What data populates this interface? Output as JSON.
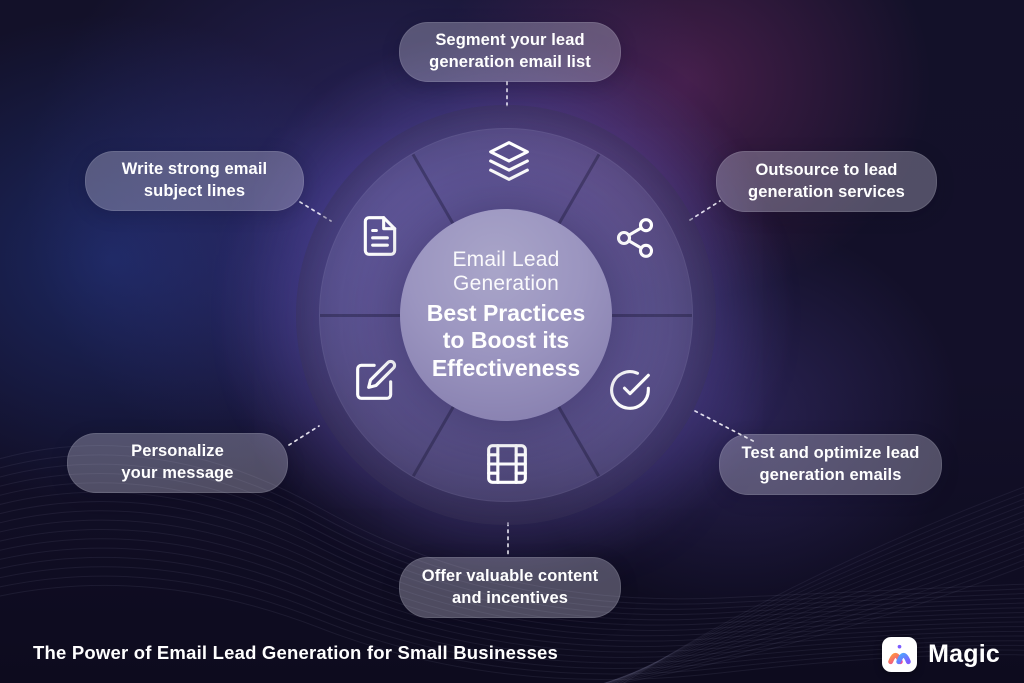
{
  "center": {
    "subtitle": "Email Lead\nGeneration",
    "title": "Best Practices\nto Boost its\nEffectiveness"
  },
  "practices": [
    {
      "label": "Segment your lead\ngeneration email list",
      "icon": "layers-icon",
      "position": "top"
    },
    {
      "label": "Write strong email\nsubject lines",
      "icon": "document-icon",
      "position": "top-left"
    },
    {
      "label": "Outsource to lead\ngeneration services",
      "icon": "share-icon",
      "position": "top-right"
    },
    {
      "label": "Personalize\nyour message",
      "icon": "edit-icon",
      "position": "bottom-left"
    },
    {
      "label": "Test and optimize lead\ngeneration emails",
      "icon": "check-circle-icon",
      "position": "bottom-right"
    },
    {
      "label": "Offer valuable content\nand incentives",
      "icon": "film-icon",
      "position": "bottom"
    }
  ],
  "footer": {
    "caption": "The Power of Email Lead Generation for Small Businesses",
    "brand_name": "Magic"
  },
  "colors": {
    "background": "#131129",
    "glow_purple": "#7e68d8",
    "glow_pink": "#ba3e94",
    "glow_blue": "#2c52c6",
    "bubble_fill": "#cbc8dd",
    "inner_circle": "#9b95c0",
    "text": "#ffffff",
    "brand_orange": "#ff9440",
    "brand_pink": "#ec4899",
    "brand_blue": "#4fa4fe",
    "brand_violet": "#7c5cff"
  }
}
